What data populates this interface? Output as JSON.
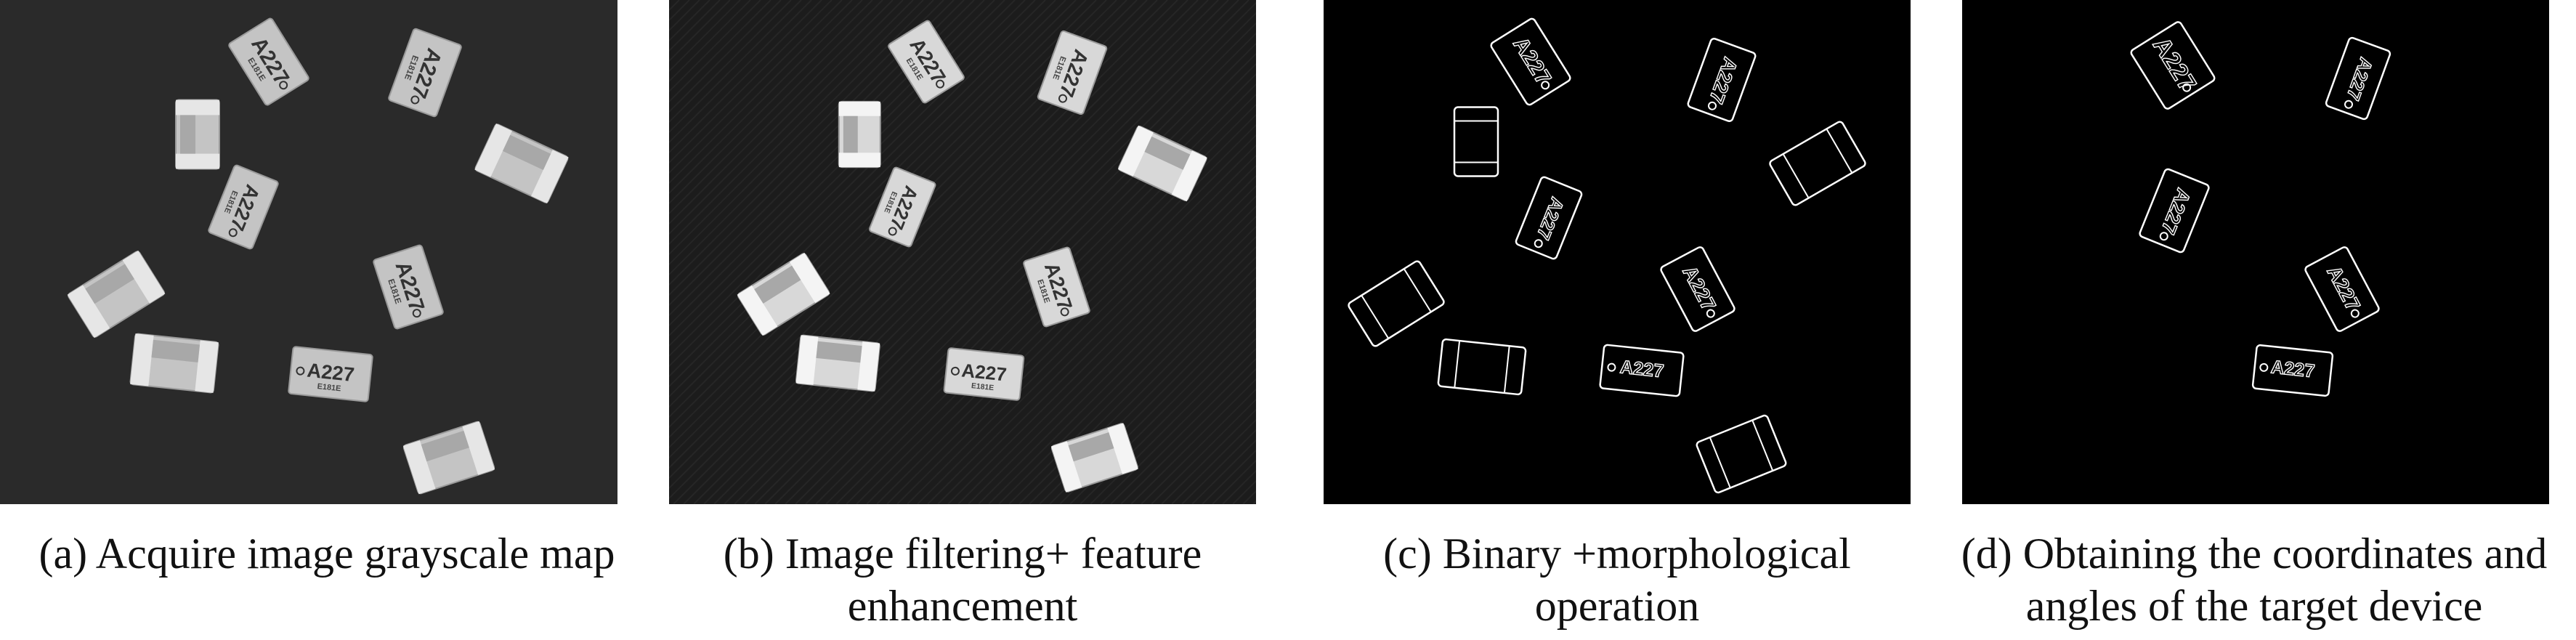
{
  "figure": {
    "panels": [
      {
        "id": "a",
        "caption_lines": [
          "(a) Acquire image grayscale map"
        ]
      },
      {
        "id": "b",
        "caption_lines": [
          "(b) Image filtering+ feature",
          "enhancement"
        ]
      },
      {
        "id": "c",
        "caption_lines": [
          "(c) Binary +morphological",
          "operation"
        ]
      },
      {
        "id": "d",
        "caption_lines": [
          "(d) Obtaining the coordinates and",
          "angles of the target device"
        ]
      }
    ],
    "chip_marking": "A227",
    "chip_code": "E181E",
    "colors": {
      "panel_a_bg": "#2a2a2a",
      "panel_b_bg": "#1c1c1c",
      "panel_cd_bg": "#000000",
      "outline": "#ffffff"
    }
  }
}
